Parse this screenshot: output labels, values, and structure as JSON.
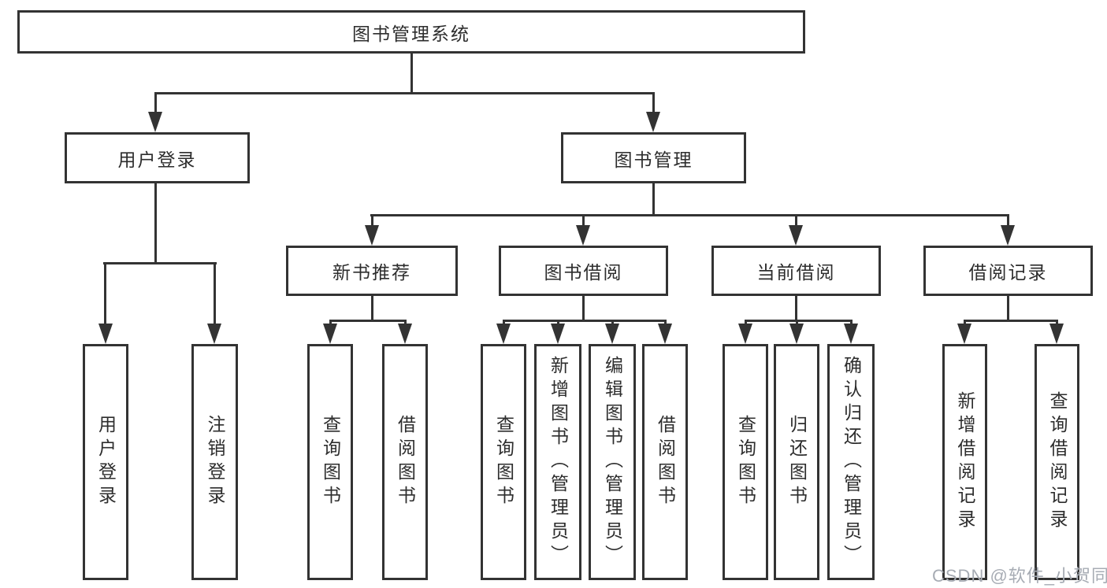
{
  "diagram": {
    "root": {
      "label": "图书管理系统"
    },
    "branches": [
      {
        "label": "用户登录",
        "children": [
          {
            "label": "用户登录"
          },
          {
            "label": "注销登录"
          }
        ]
      },
      {
        "label": "图书管理",
        "children": [
          {
            "label": "新书推荐",
            "children": [
              {
                "label": "查询图书"
              },
              {
                "label": "借阅图书"
              }
            ]
          },
          {
            "label": "图书借阅",
            "children": [
              {
                "label": "查询图书"
              },
              {
                "label": "新增图书（管理员）"
              },
              {
                "label": "编辑图书（管理员）"
              },
              {
                "label": "借阅图书"
              }
            ]
          },
          {
            "label": "当前借阅",
            "children": [
              {
                "label": "查询图书"
              },
              {
                "label": "归还图书"
              },
              {
                "label": "确认归还（管理员）"
              }
            ]
          },
          {
            "label": "借阅记录",
            "children": [
              {
                "label": "新增借阅记录"
              },
              {
                "label": "查询借阅记录"
              }
            ]
          }
        ]
      }
    ]
  },
  "watermark": {
    "text": "CSDN @软件_小贺同学"
  },
  "colors": {
    "line": "#333333",
    "text": "#2d2d2d",
    "background": "#ffffff",
    "watermark": "#a7acb4"
  }
}
